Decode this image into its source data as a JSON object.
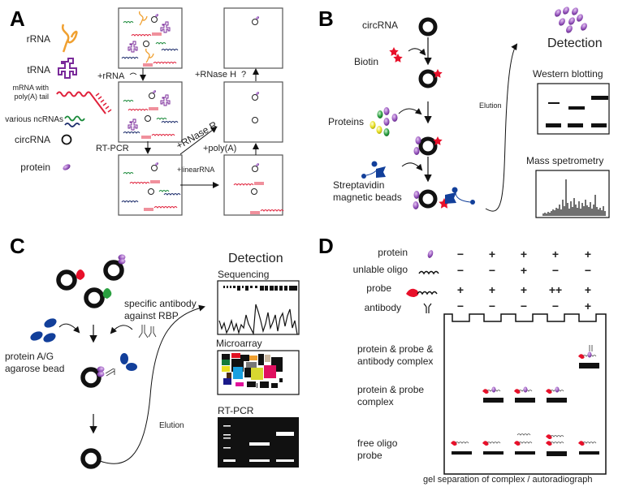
{
  "panels": {
    "A": {
      "letter": "A",
      "legend": [
        {
          "label": "rRNA",
          "icon": "rrna-icon",
          "color": "#f0a030"
        },
        {
          "label": "tRNA",
          "icon": "trna-icon",
          "color": "#7a2a9a"
        },
        {
          "label_line1": "mRNA with",
          "label_line2": "poly(A) tail",
          "icon": "mrna-polya-icon",
          "color": "#e0203a"
        },
        {
          "label": "various ncRNAs",
          "icon": "ncrna-icon",
          "colors": [
            "#1a8a3a",
            "#1a2a6a"
          ]
        },
        {
          "label": "circRNA",
          "icon": "circrna-icon",
          "color": "#111111"
        },
        {
          "label": "protein",
          "icon": "protein-icon",
          "color": "#8a4ab0"
        }
      ],
      "steps": {
        "rrna": "+rRNA",
        "rnase_h": "+RNase H",
        "rnase_h_q": "?",
        "rtpcr": "RT-PCR",
        "rnase_r": "+RNase R",
        "polya": "+poly(A)",
        "linear": "+linearRNA"
      }
    },
    "B": {
      "letter": "B",
      "labels": {
        "circrna": "circRNA",
        "biotin": "Biotin",
        "proteins": "Proteins",
        "strep1": "Streptavidin",
        "strep2": "magnetic beads",
        "elution": "Elution",
        "detection": "Detection",
        "western": "Western blotting",
        "mass": "Mass spetrometry"
      }
    },
    "C": {
      "letter": "C",
      "labels": {
        "antibody1": "specific antibody",
        "antibody2": "against RBP",
        "bead1": "protein A/G",
        "bead2": "agarose bead",
        "elution": "Elution",
        "detection": "Detection",
        "sequencing": "Sequencing",
        "microarray": "Microarray",
        "rtpcr": "RT-PCR"
      }
    },
    "D": {
      "letter": "D",
      "rows": [
        {
          "label": "protein",
          "icon": "protein-icon",
          "values": [
            "−",
            "+",
            "+",
            "+",
            "+"
          ]
        },
        {
          "label": "unlable oligo",
          "icon": "oligo-icon",
          "values": [
            "−",
            "−",
            "+",
            "−",
            "−"
          ]
        },
        {
          "label": "probe",
          "icon": "probe-icon",
          "values": [
            "+",
            "+",
            "+",
            "++",
            "+"
          ]
        },
        {
          "label": "antibody",
          "icon": "antibody-icon",
          "values": [
            "−",
            "−",
            "−",
            "−",
            "+"
          ]
        }
      ],
      "band_labels": {
        "ab1": "protein & probe &",
        "ab2": "antibody complex",
        "pp1": "protein & probe",
        "pp2": "complex",
        "fo1": "free oligo",
        "fo2": "probe"
      },
      "caption": "gel separation of complex / autoradiograph"
    }
  },
  "colors": {
    "rrna": "#f0a030",
    "trna": "#7a2a9a",
    "mrna": "#e0203a",
    "nc_green": "#1a8a3a",
    "nc_navy": "#1a2a6a",
    "protein": "#8a4ab0",
    "biotin": "#e8102a",
    "bead_blue": "#123f9a"
  }
}
